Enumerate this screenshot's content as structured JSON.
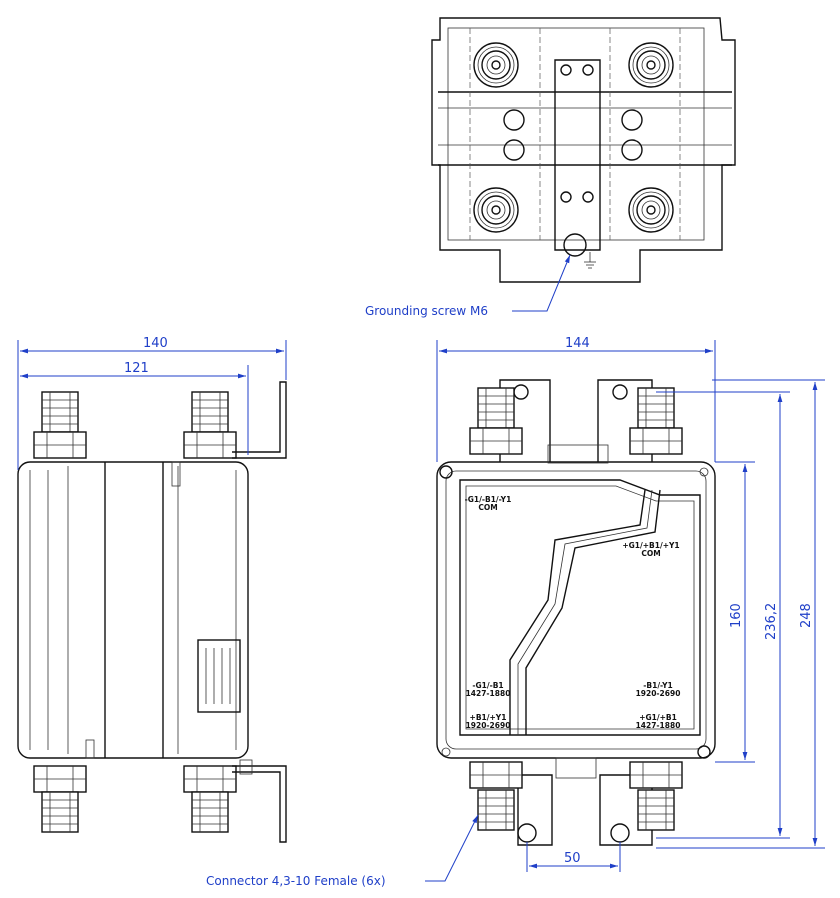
{
  "dimensions": {
    "width_overall": "140",
    "width_body": "121",
    "width_front": "144",
    "height_body": "160",
    "height_mid": "236,2",
    "height_overall": "248",
    "bracket_spacing": "50"
  },
  "callouts": {
    "grounding": "Grounding screw M6",
    "connector": "Connector 4,3-10 Female (6x)"
  },
  "ports": {
    "top_left": [
      "-G1/-B1/-Y1",
      "COM"
    ],
    "top_right": [
      "+G1/+B1/+Y1",
      "COM"
    ],
    "mid_left": [
      "-G1/-B1",
      "1427-1880"
    ],
    "mid_right": [
      "-B1/-Y1",
      "1920-2690"
    ],
    "bot_left": [
      "+B1/+Y1",
      "1920-2690"
    ],
    "bot_right": [
      "+G1/+B1",
      "1427-1880"
    ]
  },
  "colors": {
    "dimension": "#1f3fc8",
    "outline": "#111111"
  }
}
